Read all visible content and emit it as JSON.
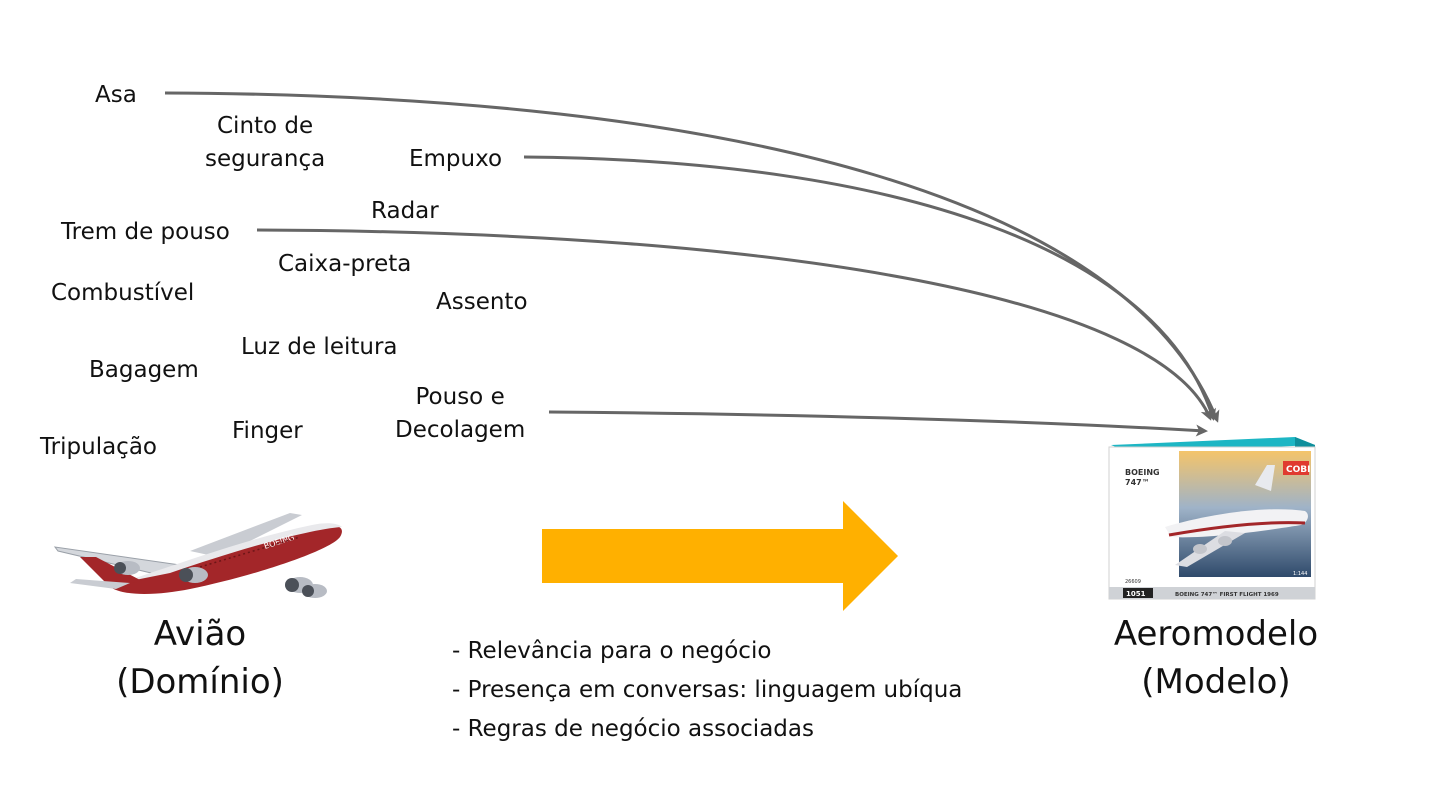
{
  "domain_terms": [
    "Asa",
    "Cinto de segurança",
    "Empuxo",
    "Radar",
    "Trem de pouso",
    "Caixa-preta",
    "Combustível",
    "Assento",
    "Luz de leitura",
    "Bagagem",
    "Pouso e Decolagem",
    "Tripulação",
    "Finger"
  ],
  "term_lines": {
    "cinto_line1": "Cinto de",
    "cinto_line2": "segurança",
    "pouso_line1": "Pouso e",
    "pouso_line2": "Decolagem"
  },
  "left_caption": {
    "line1": "Avião",
    "line2": "(Domínio)"
  },
  "right_caption": {
    "line1": "Aeromodelo",
    "line2": "(Modelo)"
  },
  "criteria": [
    "- Relevância para o negócio",
    "- Presença em conversas: linguagem ubíqua",
    "- Regras de negócio associadas"
  ],
  "model_box": {
    "title_line1": "BOEING",
    "title_line2": "747™",
    "brand": "COBI",
    "pieces": "1051",
    "product_name": "BOEING 747™ FIRST FLIGHT 1969",
    "scale": "1:144",
    "code": "26609"
  },
  "airliner_livery_text": "BOEING",
  "colors": {
    "connector_arrows": "#666666",
    "big_arrow": "#FFB000",
    "text": "#111111",
    "plane_red": "#A32629",
    "kit_teal": "#1DB6C4"
  },
  "icons": {
    "airliner": "boeing-747-airliner-photo",
    "model_kit": "cobi-model-kit-box"
  }
}
